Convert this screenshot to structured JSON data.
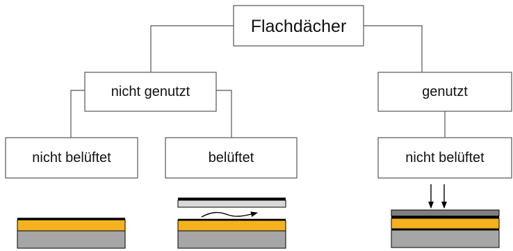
{
  "tree": {
    "root": {
      "label": "Flachdächer"
    },
    "branches": [
      {
        "label": "nicht genutzt",
        "children": [
          {
            "label": "nicht belüftet"
          },
          {
            "label": "belüftet"
          }
        ]
      },
      {
        "label": "genutzt",
        "children": [
          {
            "label": "nicht belüftet"
          }
        ]
      }
    ]
  },
  "colors": {
    "line": "#555555",
    "box_border": "#555555",
    "insulation": "#f5b21f",
    "structure": "#a6a6a6",
    "membrane": "#000000",
    "top_layer": "#7f7f7f",
    "vent_deck": "#d9d9d9"
  },
  "icons": {
    "airflow": "airflow-arrow-icon",
    "load": "load-arrow-icon"
  }
}
